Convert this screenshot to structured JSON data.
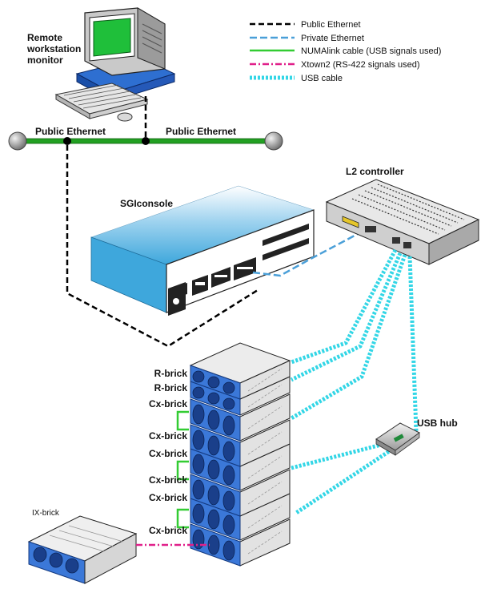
{
  "legend": [
    {
      "label": "Public Ethernet",
      "style": "public",
      "color": "#000000"
    },
    {
      "label": "Private Ethernet",
      "style": "private",
      "color": "#4a9fd8"
    },
    {
      "label": "NUMAlink cable (USB signals used)",
      "style": "numalink",
      "color": "#33cc33"
    },
    {
      "label": "Xtown2 (RS-422 signals used)",
      "style": "xtown",
      "color": "#e0208a"
    },
    {
      "label": "USB cable",
      "style": "usb",
      "color": "#33d6e6"
    }
  ],
  "labels": {
    "monitor_line1": "Remote",
    "monitor_line2": "workstation",
    "monitor_line3": "monitor",
    "public_ethernet_left": "Public Ethernet",
    "public_ethernet_right": "Public Ethernet",
    "sgiconsole": "SGIconsole",
    "l2_controller": "L2  controller",
    "usb_hub": "USB hub",
    "ix_brick": "IX-brick"
  },
  "rack_labels": [
    "R-brick",
    "R-brick",
    "Cx-brick",
    "Cx-brick",
    "Cx-brick",
    "Cx-brick",
    "Cx-brick",
    "Cx-brick"
  ],
  "colors": {
    "ethernet_bar": "#22a022",
    "brick_blue": "#3b78d8",
    "console_blue": "#4fb3e0",
    "monitor_blue": "#2e6fd1",
    "screen_green": "#1fbf3a"
  }
}
